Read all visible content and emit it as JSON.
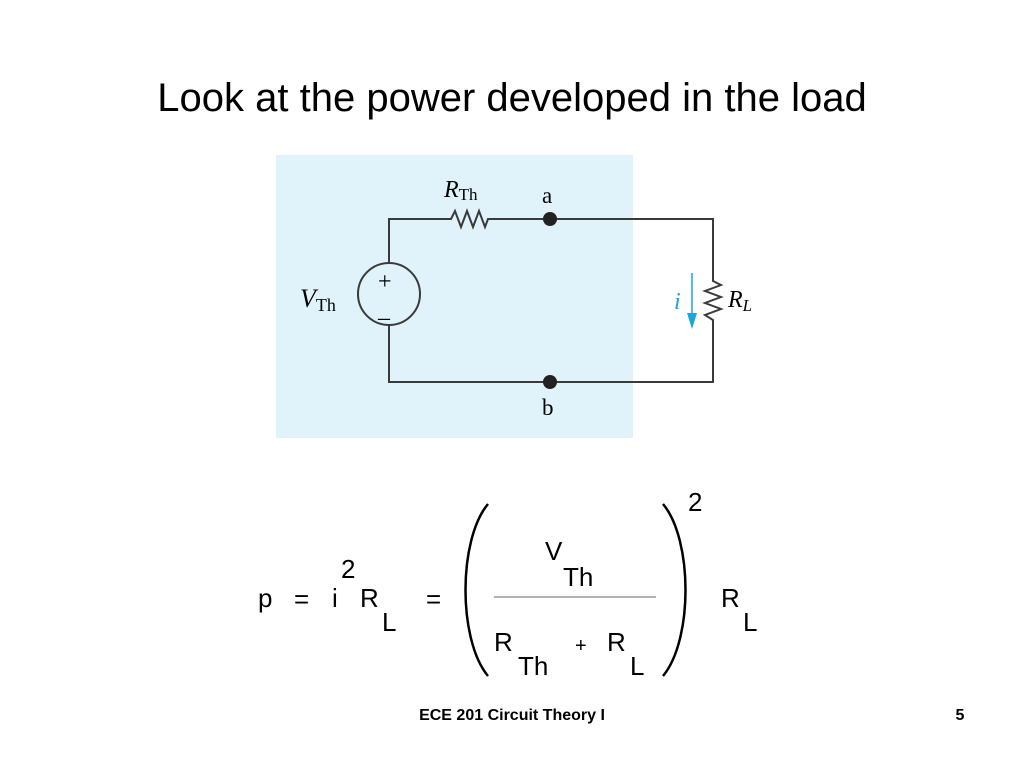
{
  "slide": {
    "title": "Look at the power developed in the load"
  },
  "circuit": {
    "resistor_th_label": {
      "main": "R",
      "sub": "Th"
    },
    "source_label": {
      "main": "V",
      "sub": "Th"
    },
    "source_plus": "+",
    "source_minus": "–",
    "node_a": "a",
    "node_b": "b",
    "current_label": "i",
    "load_label": {
      "main": "R",
      "sub": "L"
    },
    "colors": {
      "panel": "#e0f3fb",
      "current": "#1aa6d9",
      "wire": "#3a3a3a"
    }
  },
  "equation": {
    "p": "p",
    "eq1": "=",
    "i": "i",
    "i_exp": "2",
    "rl_main": "R",
    "rl_sub": "L",
    "eq2": "=",
    "num_main": "V",
    "num_sub": "Th",
    "den_r1_main": "R",
    "den_r1_sub": "Th",
    "den_plus": "+",
    "den_r2_main": "R",
    "den_r2_sub": "L",
    "outer_exp": "2",
    "rl2_main": "R",
    "rl2_sub": "L"
  },
  "footer": {
    "title": "ECE 201 Circuit Theory I",
    "page": "5"
  }
}
